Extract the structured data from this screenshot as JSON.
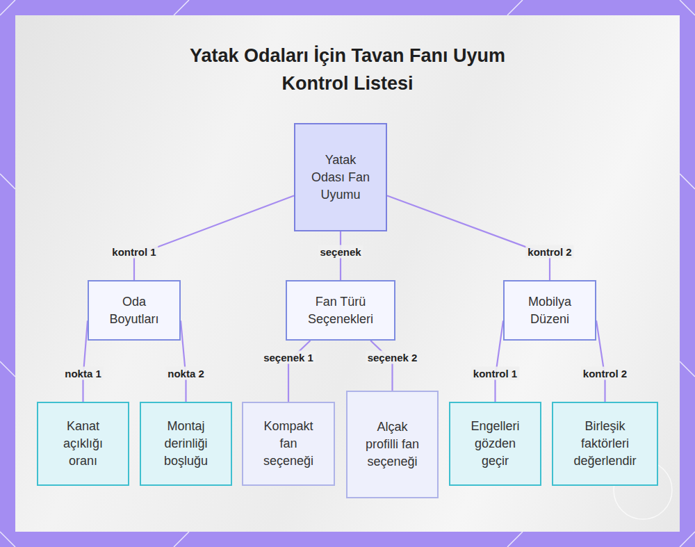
{
  "diagram": {
    "title": "Yatak Odaları İçin Tavan Fanı Uyum Kontrol Listesi",
    "nodes": [
      {
        "text": [
          "Yatak Odası Fan Uyumu"
        ]
      },
      {
        "text": [
          "Oda Boyutları"
        ]
      },
      {
        "text": [
          "Fan Türü Seçenekleri"
        ]
      },
      {
        "text": [
          "Mobilya Düzeni"
        ]
      },
      {
        "text": [
          "Kanat açıklığı oranı"
        ]
      },
      {
        "text": [
          "Montaj derinliği boşluğu"
        ]
      },
      {
        "text": [
          "Kompakt fan seçeneği"
        ]
      },
      {
        "text": [
          "Alçak profilli fan seçeneği"
        ]
      },
      {
        "text": [
          "Engelleri gözden geçir"
        ]
      },
      {
        "text": [
          "Birleşik faktörleri değerlendir"
        ]
      }
    ],
    "edges": [
      {
        "from": 0,
        "to": 1,
        "label": "kontrol 1",
        "arrow": "none"
      },
      {
        "from": 0,
        "to": 2,
        "label": "seçenek",
        "arrow": "none"
      },
      {
        "from": 0,
        "to": 3,
        "label": "kontrol 2",
        "arrow": "none"
      },
      {
        "from": 1,
        "to": 4,
        "label": "nokta 1",
        "arrow": "none"
      },
      {
        "from": 1,
        "to": 5,
        "label": "nokta 2",
        "arrow": "none"
      },
      {
        "from": 2,
        "to": 6,
        "label": "seçenek 1",
        "arrow": "none"
      },
      {
        "from": 2,
        "to": 7,
        "label": "seçenek 2",
        "arrow": "none"
      },
      {
        "from": 3,
        "to": 8,
        "label": "kontrol 1",
        "arrow": "none"
      },
      {
        "from": 3,
        "to": 9,
        "label": "kontrol 2",
        "arrow": "none"
      }
    ]
  }
}
